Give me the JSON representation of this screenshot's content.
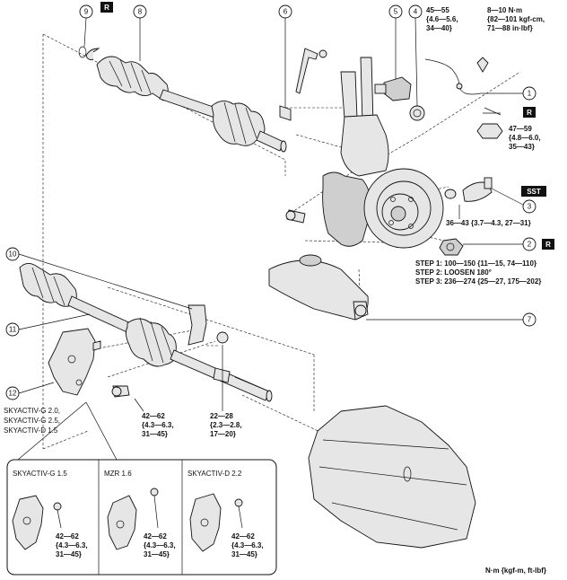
{
  "callouts": [
    "1",
    "2",
    "3",
    "4",
    "5",
    "6",
    "7",
    "8",
    "9",
    "10",
    "11",
    "12"
  ],
  "badges": {
    "r": "R",
    "sst": "SST"
  },
  "torque": {
    "t45": [
      "45—55",
      "{4.6—5.6,",
      "34—40}"
    ],
    "t8": [
      "8—10 N·m",
      "{82—101 kgf-cm,",
      "71—88 in·lbf}"
    ],
    "t47": [
      "47—59",
      "{4.8—6.0,",
      "35—43}"
    ],
    "t36": "36—43 {3.7—4.3, 27—31}",
    "steps": [
      "STEP 1: 100—150 {11—15, 74—110}",
      "STEP 2: LOOSEN 180°",
      "STEP 3: 236—274 {25—27, 175—202}"
    ],
    "t42": [
      "42—62",
      "{4.3—6.3,",
      "31—45}"
    ],
    "t22": [
      "22—28",
      "{2.3—2.8,",
      "17—20}"
    ]
  },
  "engine_note": [
    "SKYACTIV-G 2.0,",
    "SKYACTIV-G 2.5,",
    "SKYACTIV-D 1.5"
  ],
  "variants": [
    {
      "name": "SKYACTIV-G 1.5",
      "torque": [
        "42—62",
        "{4.3—6.3,",
        "31—45}"
      ]
    },
    {
      "name": "MZR 1.6",
      "torque": [
        "42—62",
        "{4.3—6.3,",
        "31—45}"
      ]
    },
    {
      "name": "SKYACTIV-D 2.2",
      "torque": [
        "42—62",
        "{4.3—6.3,",
        "31—45}"
      ]
    }
  ],
  "units": "N·m {kgf-m, ft-lbf}"
}
